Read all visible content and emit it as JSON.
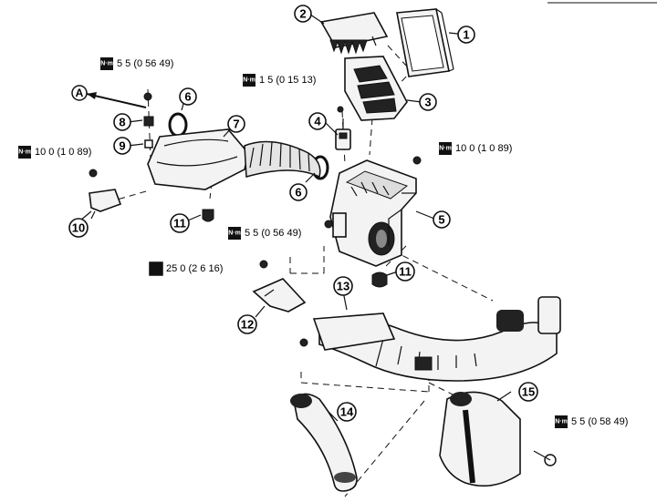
{
  "diagram": {
    "callouts": [
      "1",
      "2",
      "3",
      "4",
      "5",
      "6",
      "6",
      "7",
      "8",
      "9",
      "10",
      "11",
      "11",
      "12",
      "13",
      "14",
      "15"
    ],
    "direction_label": "A",
    "torque_icon_glyph": "N·m",
    "torque_specs": [
      "5 5 (0 56  49)",
      "1 5 (0 15  13)",
      "10 0 (1 0  89)",
      "10 0 (1 0  89)",
      "5 5 (0 56  49)",
      "25 0 (2 6  16)",
      "5 5 (0 58  49)"
    ]
  }
}
